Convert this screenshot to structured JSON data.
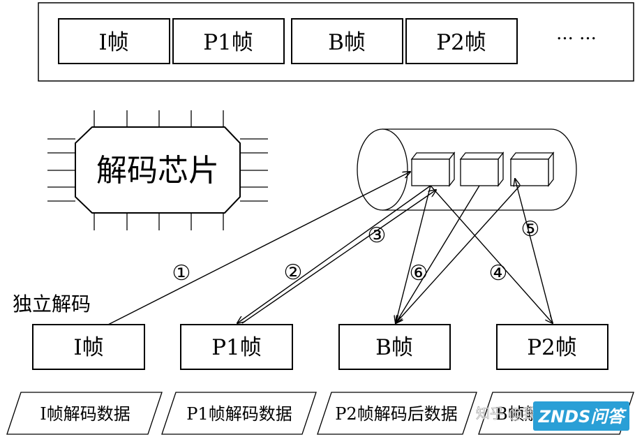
{
  "stream_frames": [
    "I帧",
    "P1帧",
    "B帧",
    "P2帧"
  ],
  "stream_ellipsis": "··· ···",
  "chip_label": "解码芯片",
  "independent_label": "独立解码",
  "bottom_frames": [
    "I帧",
    "P1帧",
    "B帧",
    "P2帧"
  ],
  "steps": [
    "①",
    "②",
    "③",
    "④",
    "⑤",
    "⑥"
  ],
  "data_strips": [
    "I帧解码数据",
    "P1帧解码数据",
    "P2帧解码后数据",
    "B帧解"
  ],
  "watermark_text": "知乎 @我是",
  "znds_logo": "ZNDS问答"
}
